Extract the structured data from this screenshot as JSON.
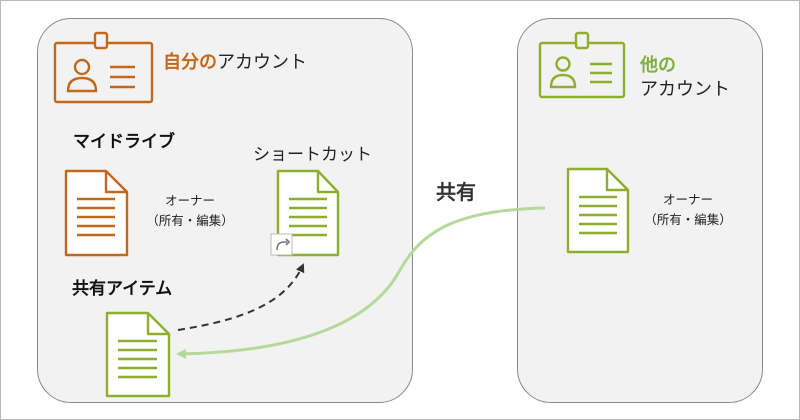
{
  "own_account": {
    "title_strong": "自分の",
    "title_rest": "アカウント",
    "my_drive_label": "マイドライブ",
    "shortcut_label": "ショートカット",
    "owner_line1": "オーナー",
    "owner_line2": "（所有・編集）",
    "shared_items_label": "共有アイテム"
  },
  "other_account": {
    "title_strong": "他の",
    "title_rest": "アカウント",
    "owner_line1": "オーナー",
    "owner_line2": "（所有・編集）"
  },
  "share_label": "共有",
  "colors": {
    "orange": "#c2681a",
    "green": "#8eae2e",
    "arrow_green": "#b5d99a",
    "panel": "#f2f2f2"
  },
  "icons": {
    "own_badge": "id-badge-icon",
    "other_badge": "id-badge-icon",
    "document": "document-icon",
    "shortcut": "shortcut-arrow-icon"
  }
}
